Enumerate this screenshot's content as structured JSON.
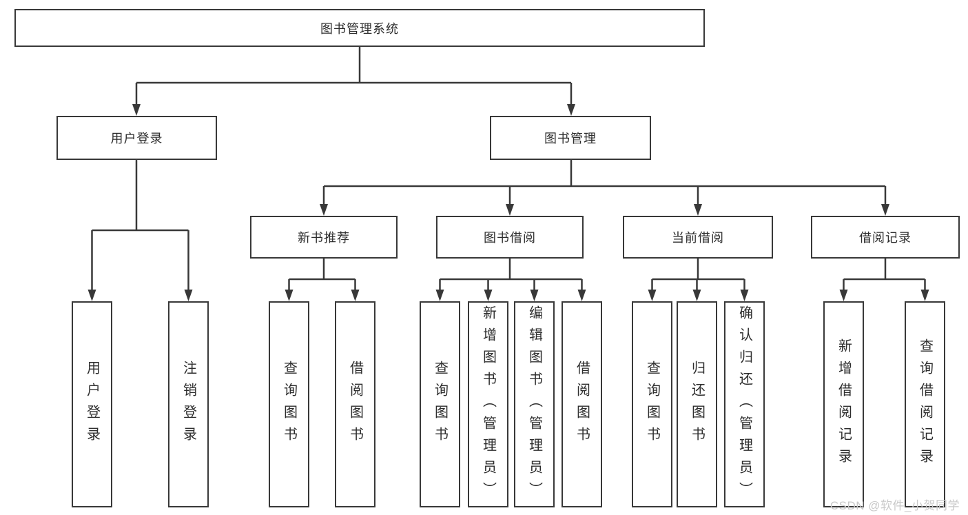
{
  "title": {
    "label": "图书管理系统"
  },
  "level2": {
    "user_login": {
      "label": "用户登录"
    },
    "book_management": {
      "label": "图书管理"
    }
  },
  "level3": {
    "new_books": {
      "label": "新书推荐"
    },
    "book_borrow": {
      "label": "图书借阅"
    },
    "current_borrow": {
      "label": "当前借阅"
    },
    "borrow_records": {
      "label": "借阅记录"
    }
  },
  "leaves": {
    "user_login_leaf": {
      "label": "用户登录"
    },
    "logout_leaf": {
      "label": "注销登录"
    },
    "nb_query_books": {
      "label": "查询图书"
    },
    "nb_borrow_books": {
      "label": "借阅图书"
    },
    "bb_query_books": {
      "label": "查询图书"
    },
    "bb_add_books": {
      "label": "新增图书（管理员）"
    },
    "bb_edit_books": {
      "label": "编辑图书（管理员）"
    },
    "bb_borrow_books": {
      "label": "借阅图书"
    },
    "cb_query_books": {
      "label": "查询图书"
    },
    "cb_return_books": {
      "label": "归还图书"
    },
    "cb_confirm_return": {
      "label": "确认归还（管理员）"
    },
    "br_add_record": {
      "label": "新增借阅记录"
    },
    "br_query_record": {
      "label": "查询借阅记录"
    }
  },
  "watermark": {
    "label": "CSDN @软件_小贺同学"
  },
  "colors": {
    "line": "#383838",
    "text": "#2d2d2d",
    "watermark": "#c9c9c9",
    "background": "#ffffff"
  }
}
